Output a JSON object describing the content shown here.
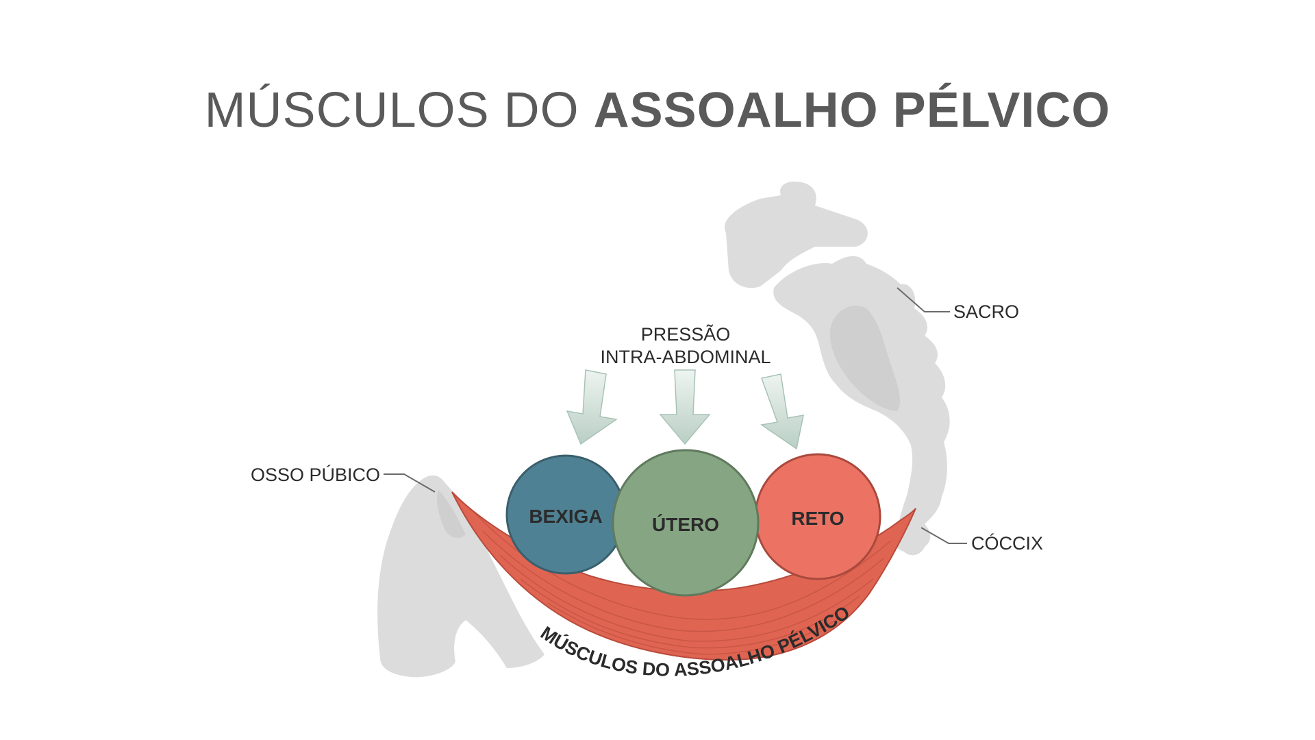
{
  "title": {
    "light": "MÚSCULOS DO ",
    "bold": "ASSOALHO PÉLVICO"
  },
  "labels": {
    "pressure_line1": "PRESSÃO",
    "pressure_line2": "INTRA-ABDOMINAL",
    "pubic_bone": "OSSO PÚBICO",
    "sacrum": "SACRO",
    "coccyx": "CÓCCIX",
    "muscle_caption": "MÚSCULOS DO ASSOALHO PÉLVICO"
  },
  "organs": [
    {
      "name": "BEXIGA",
      "color": "#4e8193"
    },
    {
      "name": "ÚTERO",
      "color": "#86a583"
    },
    {
      "name": "RETO",
      "color": "#ec7363"
    }
  ],
  "colors": {
    "bone": "#dcdcdc",
    "bone_shade": "#cfcfcf",
    "muscle": "#df6552",
    "muscle_dark": "#b84a3b",
    "arrow": "#c9dbd3"
  }
}
